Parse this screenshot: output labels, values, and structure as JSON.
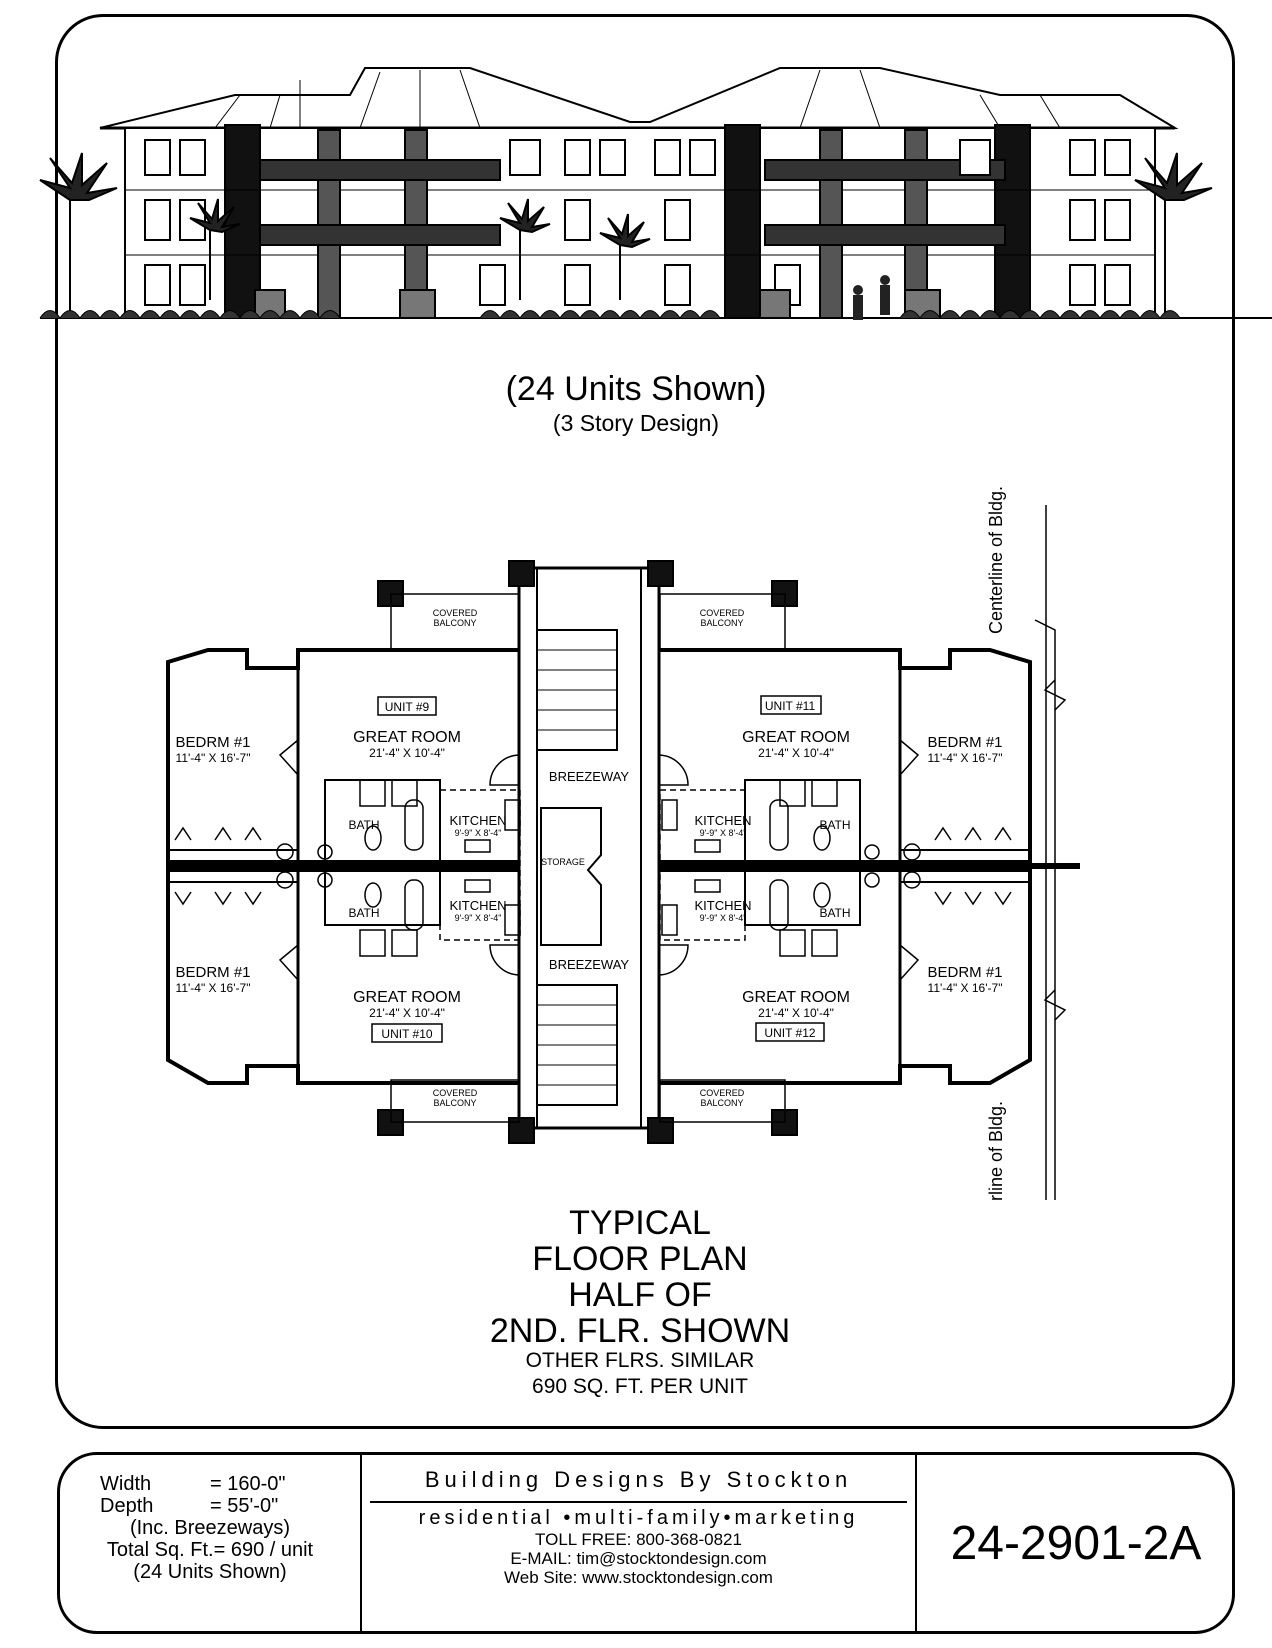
{
  "elevation": {
    "units_shown": "(24 Units Shown)",
    "stories": "(3 Story Design)"
  },
  "plan": {
    "title_lines": [
      "TYPICAL",
      "FLOOR PLAN",
      "HALF OF",
      "2ND. FLR. SHOWN"
    ],
    "sub_lines": [
      "OTHER FLRS. SIMILAR",
      "690 SQ. FT. PER UNIT"
    ],
    "centerline": "Centerline of Bldg.",
    "covered_balcony": [
      "COVERED",
      "BALCONY"
    ],
    "breezeway": "BREEZEWAY",
    "storage": "STORAGE",
    "bedroom": "BEDRM #1",
    "bedroom_size": "11'-4\" X 16'-7\"",
    "great_room": "GREAT ROOM",
    "great_room_size": "21'-4\" X 10'-4\"",
    "bath": "BATH",
    "kitchen": "KITCHEN",
    "kitchen_size": "9'-9\" X 8'-4\"",
    "unit_labels": [
      "UNIT #9",
      "UNIT #10",
      "UNIT #11",
      "UNIT #12"
    ]
  },
  "title_block": {
    "width_label": "Width",
    "width_value": "= 160-0\"",
    "depth_label": "Depth",
    "depth_value": "= 55'-0\"",
    "depth_note": "(Inc. Breezeways)",
    "total": "Total Sq. Ft.= 690 / unit",
    "units_note": "(24 Units Shown)",
    "company": "Building Designs By Stockton",
    "tagline": "residential •multi-family•marketing",
    "toll_free": "TOLL FREE:  800-368-0821",
    "email": "E-MAIL:  tim@stocktondesign.com",
    "website": "Web Site:  www.stocktondesign.com",
    "plan_number": "24-2901-2A"
  }
}
